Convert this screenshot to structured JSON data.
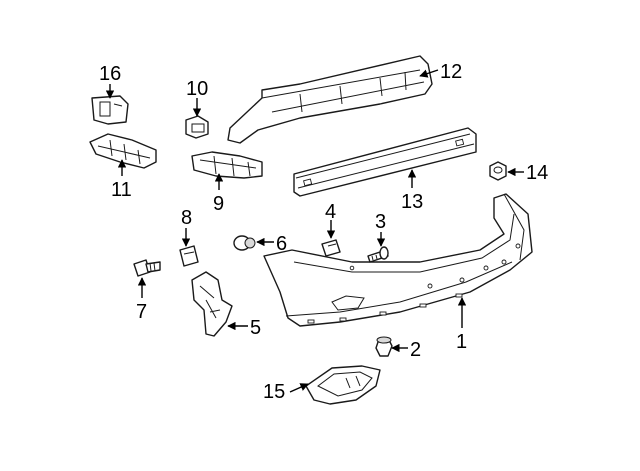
{
  "colors": {
    "line": "#1a1a1a",
    "background": "#ffffff",
    "shading": "#d9d9d9"
  },
  "callouts": [
    {
      "id": "c1",
      "number": "1"
    },
    {
      "id": "c2",
      "number": "2"
    },
    {
      "id": "c3",
      "number": "3"
    },
    {
      "id": "c4",
      "number": "4"
    },
    {
      "id": "c5",
      "number": "5"
    },
    {
      "id": "c6",
      "number": "6"
    },
    {
      "id": "c7",
      "number": "7"
    },
    {
      "id": "c8",
      "number": "8"
    },
    {
      "id": "c9",
      "number": "9"
    },
    {
      "id": "c10",
      "number": "10"
    },
    {
      "id": "c11",
      "number": "11"
    },
    {
      "id": "c12",
      "number": "12"
    },
    {
      "id": "c13",
      "number": "13"
    },
    {
      "id": "c14",
      "number": "14"
    },
    {
      "id": "c15",
      "number": "15"
    },
    {
      "id": "c16",
      "number": "16"
    }
  ]
}
